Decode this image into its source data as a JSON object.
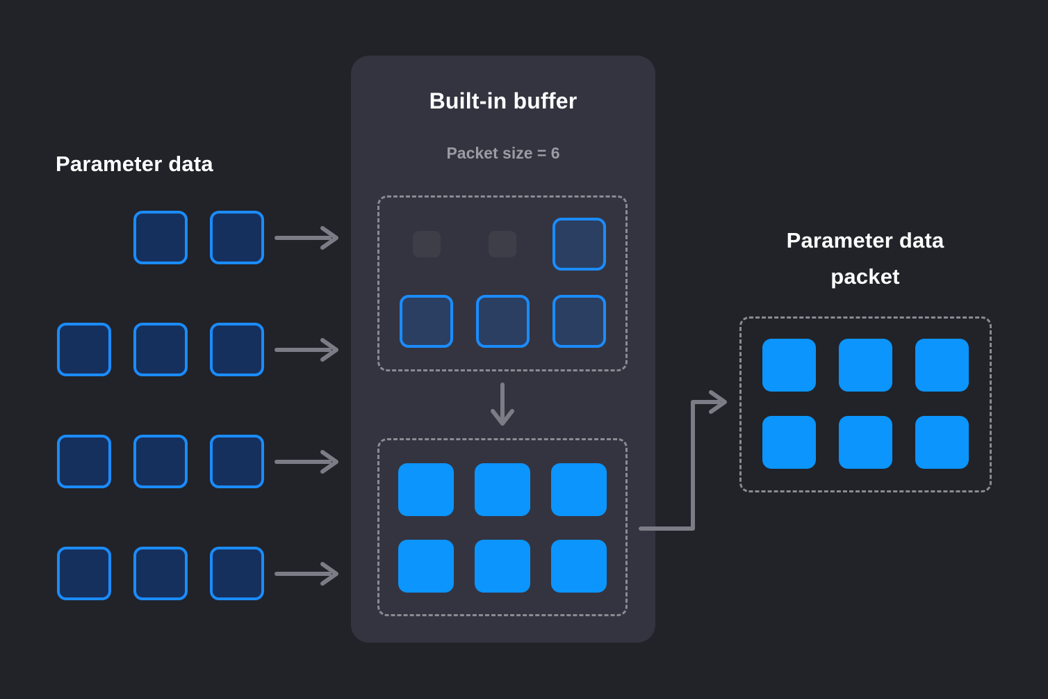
{
  "theme": {
    "page_bg": "#212329",
    "panel_bg": "#343440",
    "accent_blue": "#0b95fd",
    "outline_blue": "#1b8cfd",
    "outline_fill_dark": "#16305d",
    "outline_fill_panel": "#2b3f63",
    "empty_slot": "#3e3e49",
    "dashed_border": "#8b8b94",
    "arrow_gray": "#7c7c86",
    "title_white": "#ffffff",
    "subtitle_gray": "#9b9ba4"
  },
  "left_section": {
    "title": "Parameter data",
    "rows": [
      {
        "cells": [
          "outline",
          "outline"
        ],
        "align": "right",
        "arrow": "arrow-right-icon"
      },
      {
        "cells": [
          "outline",
          "outline",
          "outline"
        ],
        "align": "left",
        "arrow": "arrow-right-icon"
      },
      {
        "cells": [
          "outline",
          "outline",
          "outline"
        ],
        "align": "left",
        "arrow": "arrow-right-icon"
      },
      {
        "cells": [
          "outline",
          "outline",
          "outline"
        ],
        "align": "left",
        "arrow": "arrow-right-icon"
      }
    ]
  },
  "buffer": {
    "title": "Built-in buffer",
    "packet_size_label": "Packet size = 6",
    "packet_size_value": 6,
    "slots_box": {
      "name": "buffer-slots",
      "rows": [
        [
          "empty",
          "empty",
          "outline"
        ],
        [
          "outline",
          "outline",
          "outline"
        ]
      ],
      "filled_count": 4,
      "empty_count": 2
    },
    "packet_box": {
      "name": "buffer-assembled-packet",
      "rows": [
        [
          "filled",
          "filled",
          "filled"
        ],
        [
          "filled",
          "filled",
          "filled"
        ]
      ],
      "filled_count": 6
    },
    "transfer_arrow": "arrow-down-icon"
  },
  "right_section": {
    "title": "Parameter data\npacket",
    "packet_box": {
      "rows": [
        [
          "filled",
          "filled",
          "filled"
        ],
        [
          "filled",
          "filled",
          "filled"
        ]
      ],
      "filled_count": 6
    },
    "connector_arrow": "elbow-arrow-right-icon"
  }
}
